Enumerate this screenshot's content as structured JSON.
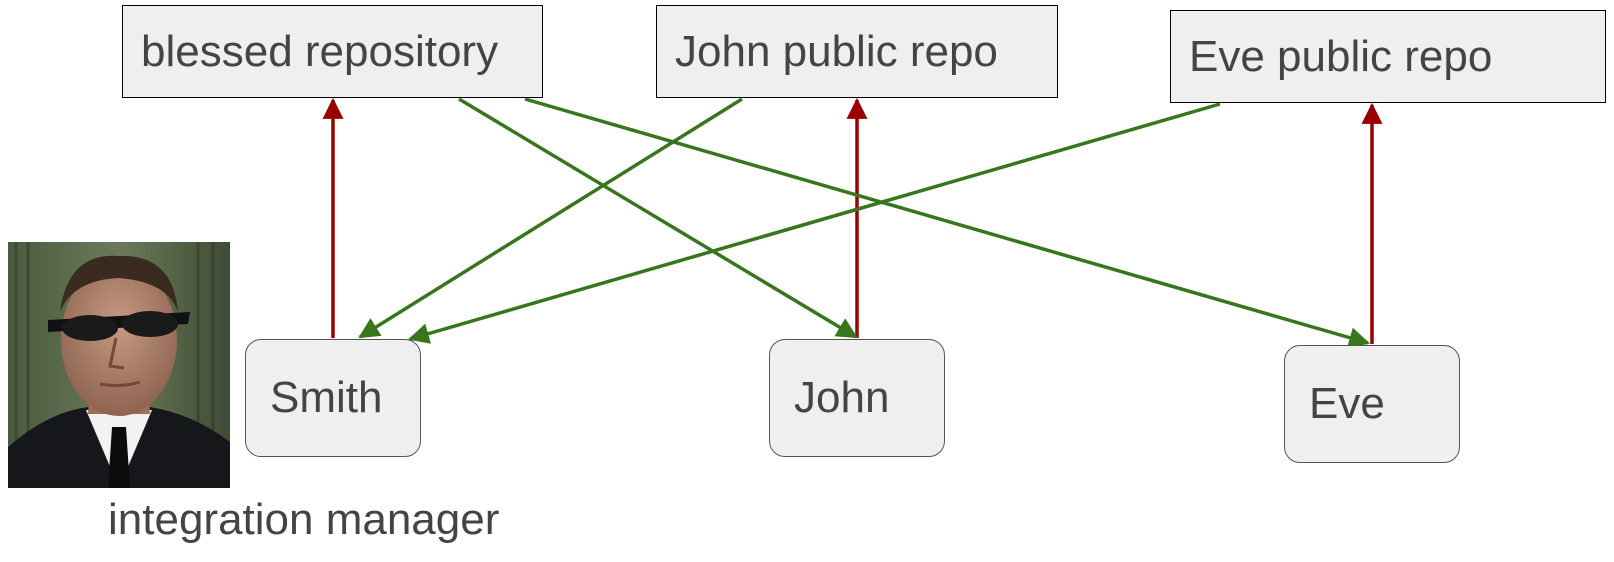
{
  "repos": {
    "blessed": "blessed repository",
    "john_public": "John public repo",
    "eve_public": "Eve public repo"
  },
  "developers": {
    "smith": "Smith",
    "john": "John",
    "eve": "Eve"
  },
  "photo": {
    "caption": "integration manager"
  },
  "colors": {
    "push_arrow": "#990000",
    "pull_arrow": "#38761d",
    "box_fill": "#efefef",
    "text": "#444444"
  }
}
